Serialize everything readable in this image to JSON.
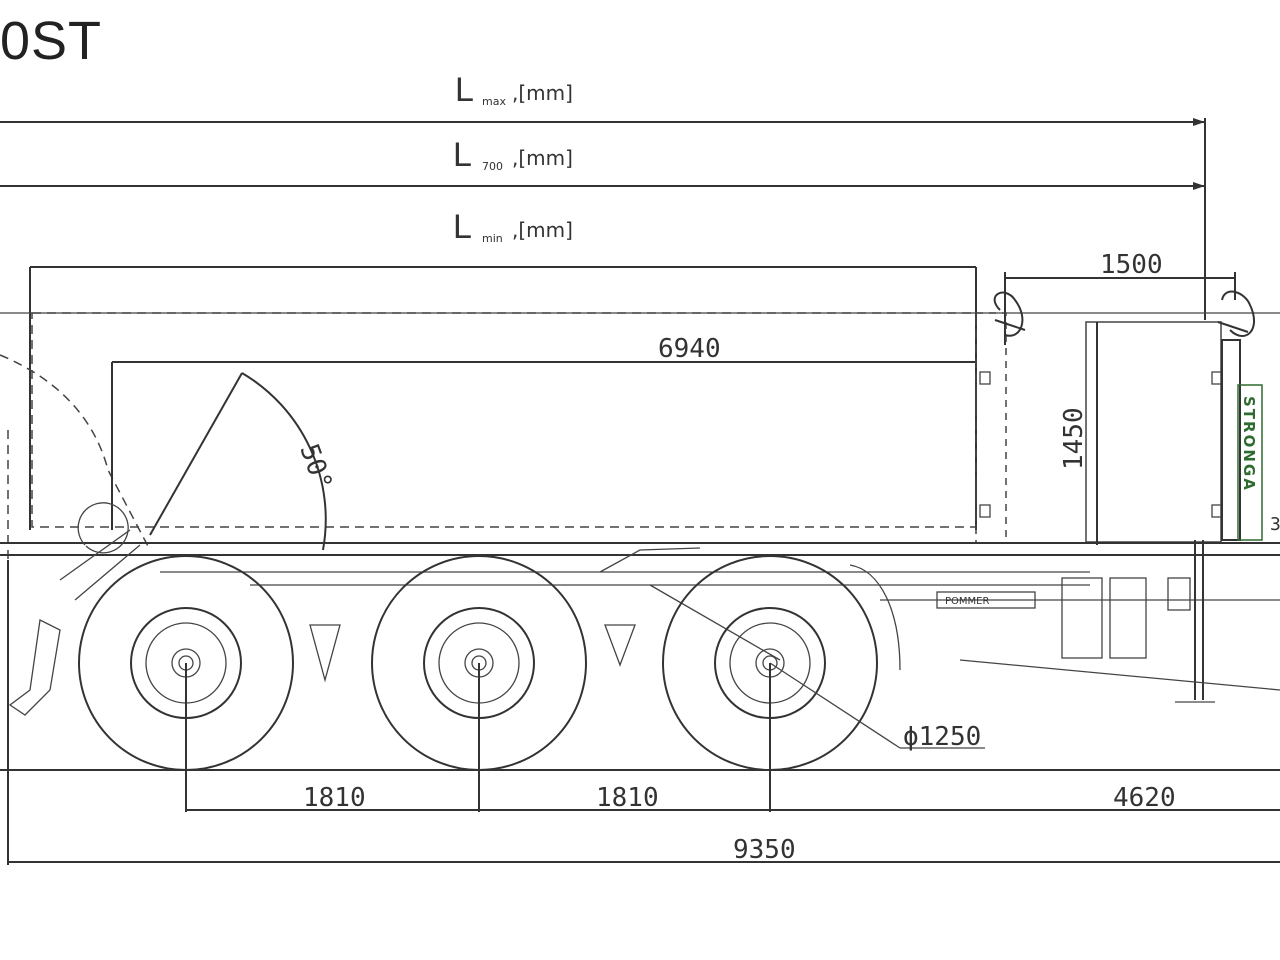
{
  "title": "0ST",
  "lengths": [
    {
      "symbol": "L",
      "subscript": "max",
      "unit": ",[mm]"
    },
    {
      "symbol": "L",
      "subscript": "700",
      "unit": ",[mm]"
    },
    {
      "symbol": "L",
      "subscript": "min",
      "unit": ",[mm]"
    }
  ],
  "dimensions": {
    "body_length": "6940",
    "hook_offset": "1500",
    "hook_height": "1450",
    "angle": "50°",
    "wheel_diameter": "ϕ1250",
    "axle_spacing_1": "1810",
    "axle_spacing_2": "1810",
    "rear_overhang": "4620",
    "total_length": "9350",
    "edge_mark": "3"
  },
  "brand_vertical": "STRONGA",
  "plate_label": "POMMER"
}
